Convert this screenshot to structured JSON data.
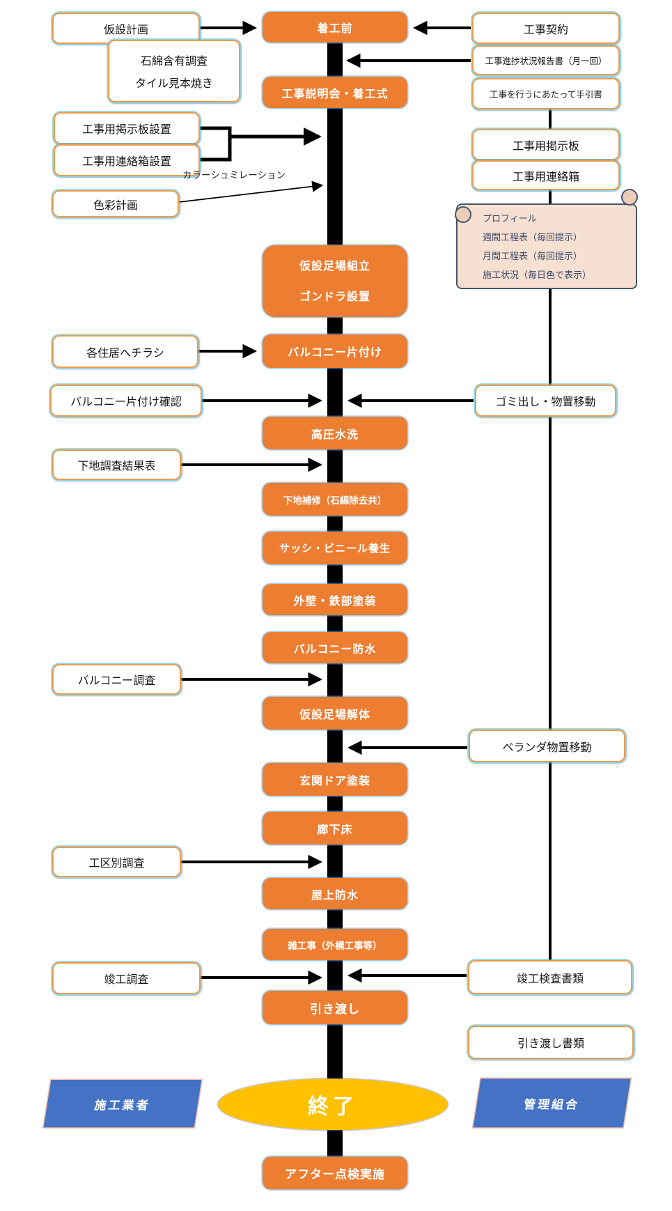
{
  "colors": {
    "process_fill": "#ED7D31",
    "end_fill": "#FFC000",
    "actor_fill": "#4472C4",
    "scroll_fill": "#F6E0D2",
    "scroll_border": "#44546A",
    "connector": "#000000"
  },
  "spine": {
    "steps": [
      {
        "label": "着工前"
      },
      {
        "label": "工事説明会・着工式"
      },
      {
        "lines": [
          "仮設足場組立",
          "ゴンドラ設置"
        ]
      },
      {
        "label": "バルコニー片付け"
      },
      {
        "label": "高圧水洗"
      },
      {
        "label": "下地補修（石綿除去共）"
      },
      {
        "label": "サッシ・ビニール養生"
      },
      {
        "label": "外壁・鉄部塗装"
      },
      {
        "label": "バルコニー防水"
      },
      {
        "label": "仮設足場解体"
      },
      {
        "label": "玄関ドア塗装"
      },
      {
        "label": "廊下床"
      },
      {
        "label": "屋上防水"
      },
      {
        "label": "雑工事（外構工事等）"
      },
      {
        "label": "引き渡し"
      },
      {
        "label": "アフター点検実施"
      }
    ],
    "end_label": "終了"
  },
  "left": {
    "boxes": [
      {
        "label": "仮設計画"
      },
      {
        "lines": [
          "石綿含有調査",
          "タイル見本焼き"
        ]
      },
      {
        "label": "工事用掲示板設置"
      },
      {
        "label": "工事用連絡箱設置"
      },
      {
        "label": "色彩計画"
      },
      {
        "label": "各住居へチラシ"
      },
      {
        "label": "バルコニー片付け確認"
      },
      {
        "label": "下地調査結果表"
      },
      {
        "label": "バルコニー調査"
      },
      {
        "label": "工区別調査"
      },
      {
        "label": "竣工調査"
      }
    ],
    "annotation": "カラーシュミレーション",
    "actor": "施工業者"
  },
  "right": {
    "boxes": [
      {
        "label": "工事契約"
      },
      {
        "label": "工事進捗状況報告書（月一回）"
      },
      {
        "label": "工事を行うにあたって手引書"
      },
      {
        "label": "工事用掲示板"
      },
      {
        "label": "工事用連絡箱"
      },
      {
        "label": "ゴミ出し・物置移動"
      },
      {
        "label": "ベランダ物置移動"
      },
      {
        "label": "竣工検査書類"
      },
      {
        "label": "引き渡し書類"
      }
    ],
    "scroll": {
      "items": [
        "プロフィール",
        "週間工程表（毎回提示）",
        "月間工程表（毎回提示）",
        "施工状況（毎日色で表示）"
      ]
    },
    "actor": "管理組合"
  }
}
